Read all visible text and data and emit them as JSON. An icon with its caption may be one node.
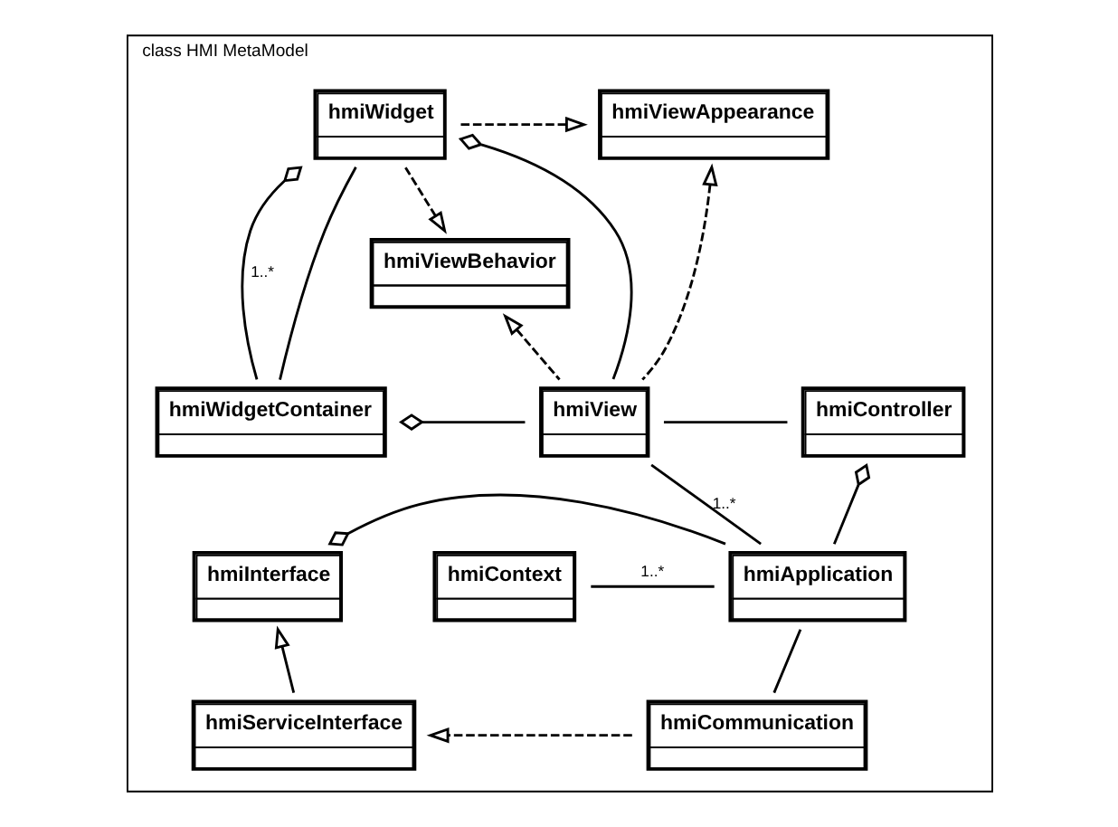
{
  "diagram": {
    "nodes": [
      {
        "text": [
          "class HMI MetaModel"
        ]
      },
      {
        "text": [
          "hmiWidget"
        ],
        "in": 0
      },
      {
        "text": [
          "hmiViewAppearance"
        ],
        "in": 0
      },
      {
        "text": [
          "hmiViewBehavior"
        ],
        "in": 0
      },
      {
        "text": [
          "hmiWidgetContainer"
        ],
        "in": 0
      },
      {
        "text": [
          "hmiView"
        ],
        "in": 0
      },
      {
        "text": [
          "hmiController"
        ],
        "in": 0
      },
      {
        "text": [
          "hmiContext"
        ],
        "in": 0
      },
      {
        "text": [
          "hmiApplication"
        ],
        "in": 0
      },
      {
        "text": [
          "hmiInterface"
        ],
        "in": 0
      },
      {
        "text": [
          "hmiCommunication"
        ],
        "in": 0
      },
      {
        "text": [
          "hmiServiceInterface"
        ],
        "in": 0
      }
    ],
    "edges": [
      {
        "from": 1,
        "to": 2,
        "arrow": "to",
        "style": "dashed"
      },
      {
        "from": 1,
        "to": 3,
        "arrow": "to",
        "style": "dashed"
      },
      {
        "from": 1,
        "to": 4,
        "arrow": "other",
        "label": "1..*"
      },
      {
        "from": 1,
        "to": 4,
        "arrow": "none"
      },
      {
        "from": 1,
        "to": 5,
        "arrow": "other"
      },
      {
        "from": 5,
        "to": 3,
        "arrow": "to",
        "style": "dashed"
      },
      {
        "from": 5,
        "to": 2,
        "arrow": "to",
        "style": "dashed"
      },
      {
        "from": 4,
        "to": 5,
        "arrow": "other"
      },
      {
        "from": 5,
        "to": 6,
        "arrow": "none"
      },
      {
        "from": 5,
        "to": 8,
        "arrow": "none",
        "label": "1..*"
      },
      {
        "from": 6,
        "to": 8,
        "arrow": "other"
      },
      {
        "from": 7,
        "to": 8,
        "arrow": "none",
        "label": "1..*"
      },
      {
        "from": 9,
        "to": 8,
        "arrow": "other"
      },
      {
        "from": 8,
        "to": 10,
        "arrow": "none"
      },
      {
        "from": 10,
        "to": 11,
        "arrow": "to",
        "style": "dashed"
      },
      {
        "from": 11,
        "to": 9,
        "arrow": "to"
      }
    ]
  }
}
